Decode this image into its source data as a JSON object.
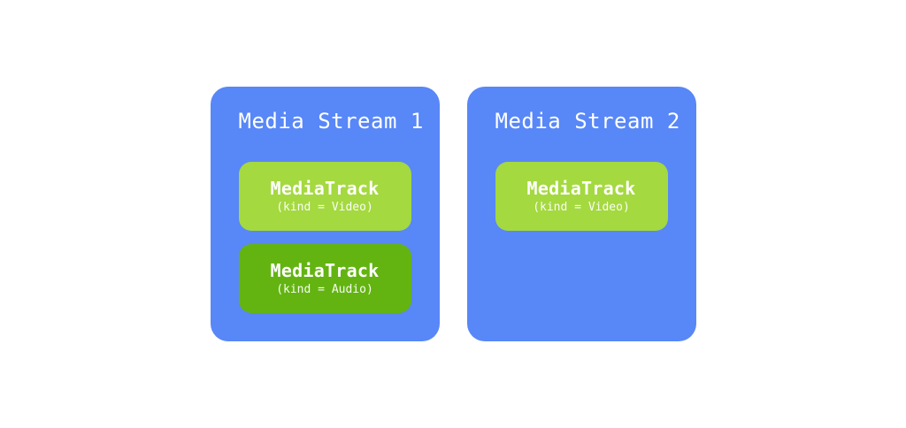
{
  "colors": {
    "stream_background": "#5887f7",
    "track_video_background": "#a4d93f",
    "track_audio_background": "#63b411",
    "text": "#ffffff",
    "page_background": "#ffffff"
  },
  "streams": [
    {
      "title": "Media Stream 1",
      "tracks": [
        {
          "name": "MediaTrack",
          "kind": "(kind = Video)",
          "variant": "light"
        },
        {
          "name": "MediaTrack",
          "kind": "(kind = Audio)",
          "variant": "dark"
        }
      ]
    },
    {
      "title": "Media Stream 2",
      "tracks": [
        {
          "name": "MediaTrack",
          "kind": "(kind = Video)",
          "variant": "light"
        }
      ]
    }
  ]
}
